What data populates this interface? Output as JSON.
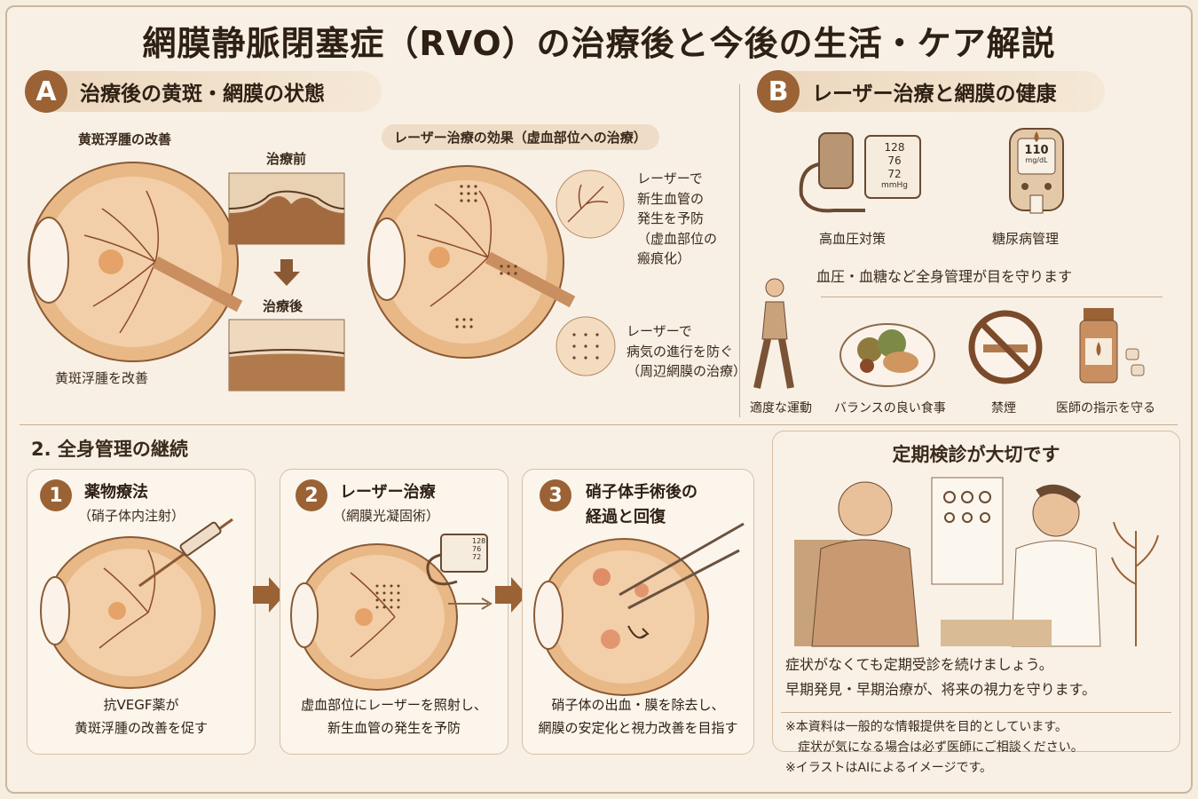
{
  "title": "網膜静脈閉塞症（RVO）の治療後と今後の生活・ケア解説",
  "section_a": {
    "badge": "A",
    "heading": "治療後の黄斑・網膜の状態",
    "left_title": "黄斑浮腫の改善",
    "before_label": "治療前",
    "after_label": "治療後",
    "left_caption": "黄斑浮腫を改善",
    "right_title": "レーザー治療の効果（虚血部位への治療）",
    "callout1": [
      "レーザーで",
      "新生血管の",
      "発生を予防",
      "（虚血部位の",
      "瘢痕化）"
    ],
    "callout2": [
      "レーザーで",
      "病気の進行を防ぐ",
      "（周辺網膜の治療）"
    ]
  },
  "section_b": {
    "badge": "B",
    "heading": "レーザー治療と網膜の健康",
    "bp_values": [
      "128",
      "76",
      "72"
    ],
    "bp_unit": "mmHg",
    "glucose_value": "110",
    "glucose_unit": "mg/dL",
    "bp_label": "高血圧対策",
    "glucose_label": "糖尿病管理",
    "management_text": "血圧・血糖など全身管理が目を守ります",
    "habits": [
      "適度な運動",
      "バランスの良い食事",
      "禁煙",
      "医師の指示を守る"
    ]
  },
  "section_2": {
    "heading": "2. 全身管理の継続",
    "steps": [
      {
        "num": "1",
        "title": "薬物療法",
        "sub": "（硝子体内注射）",
        "caption": [
          "抗VEGF薬が",
          "黄斑浮腫の改善を促す"
        ]
      },
      {
        "num": "2",
        "title": "レーザー治療",
        "sub": "（網膜光凝固術）",
        "caption": [
          "虚血部位にレーザーを照射し、",
          "新生血管の発生を予防"
        ]
      },
      {
        "num": "3",
        "title": "硝子体手術後の",
        "sub": "経過と回復",
        "caption": [
          "硝子体の出血・膜を除去し、",
          "網膜の安定化と視力改善を目指す"
        ]
      }
    ],
    "mini_bp_values": [
      "128",
      "76",
      "72"
    ]
  },
  "checkup": {
    "heading": "定期検診が大切です",
    "text": [
      "症状がなくても定期受診を続けましょう。",
      "早期発見・早期治療が、将来の視力を守ります。"
    ],
    "notes": [
      "※本資料は一般的な情報提供を目的としています。",
      "　症状が気になる場合は必ず医師にご相談ください。",
      "※イラストはAIによるイメージです。"
    ]
  },
  "colors": {
    "accent": "#9a6235",
    "background": "#f8f0e5",
    "eye": "#e8b98a"
  }
}
